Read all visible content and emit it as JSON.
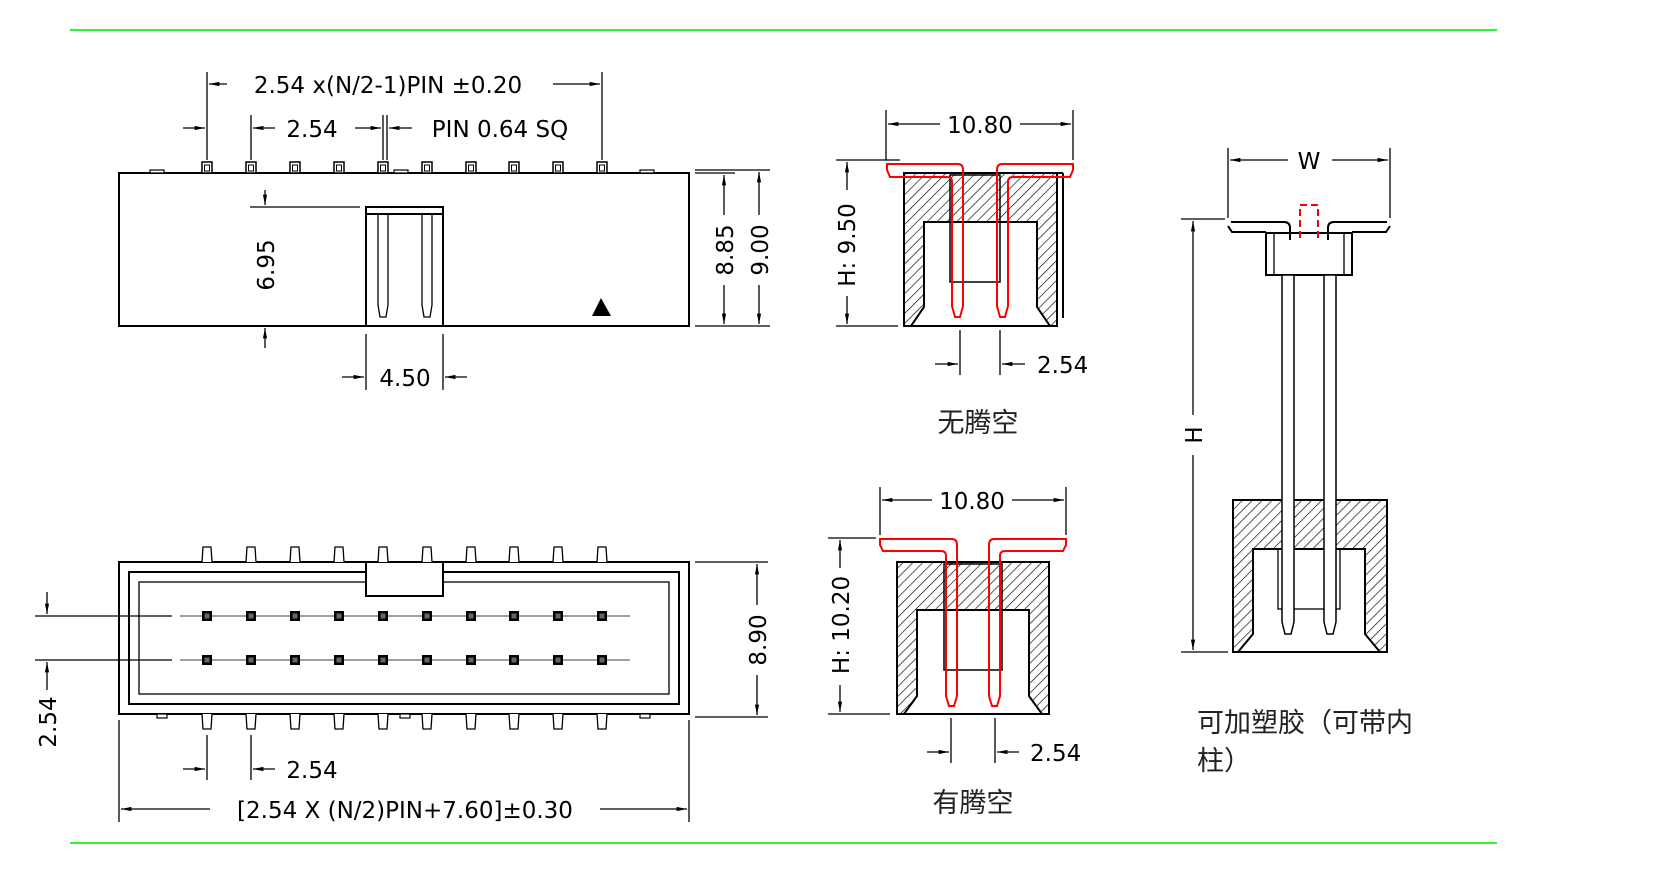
{
  "colors": {
    "border_line": "#33ee33",
    "pin_highlight": "#ff0000"
  },
  "top_view": {
    "pitch_total": "2.54  x(N/2-1)PIN  ±0.20",
    "pitch": "2.54",
    "pin_size": "PIN  0.64  SQ",
    "window_depth": "6.95",
    "body_height": "8.85",
    "total_height": "9.00",
    "window_width": "4.50"
  },
  "bottom_view": {
    "height": "8.90",
    "row_pitch": "2.54",
    "pitch": "2.54",
    "length": "[2.54  X  (N/2)PIN+7.60]±0.30"
  },
  "section_no_standoff": {
    "width": "10.80",
    "height": "H:  9.50",
    "pitch": "2.54",
    "caption": "无腾空"
  },
  "section_standoff": {
    "width": "10.80",
    "height": "H:  10.20",
    "pitch": "2.54",
    "caption": "有腾空"
  },
  "side_view": {
    "width": "W",
    "height": "H",
    "caption_line1": "可加塑胶（可带内",
    "caption_line2": "柱）"
  }
}
